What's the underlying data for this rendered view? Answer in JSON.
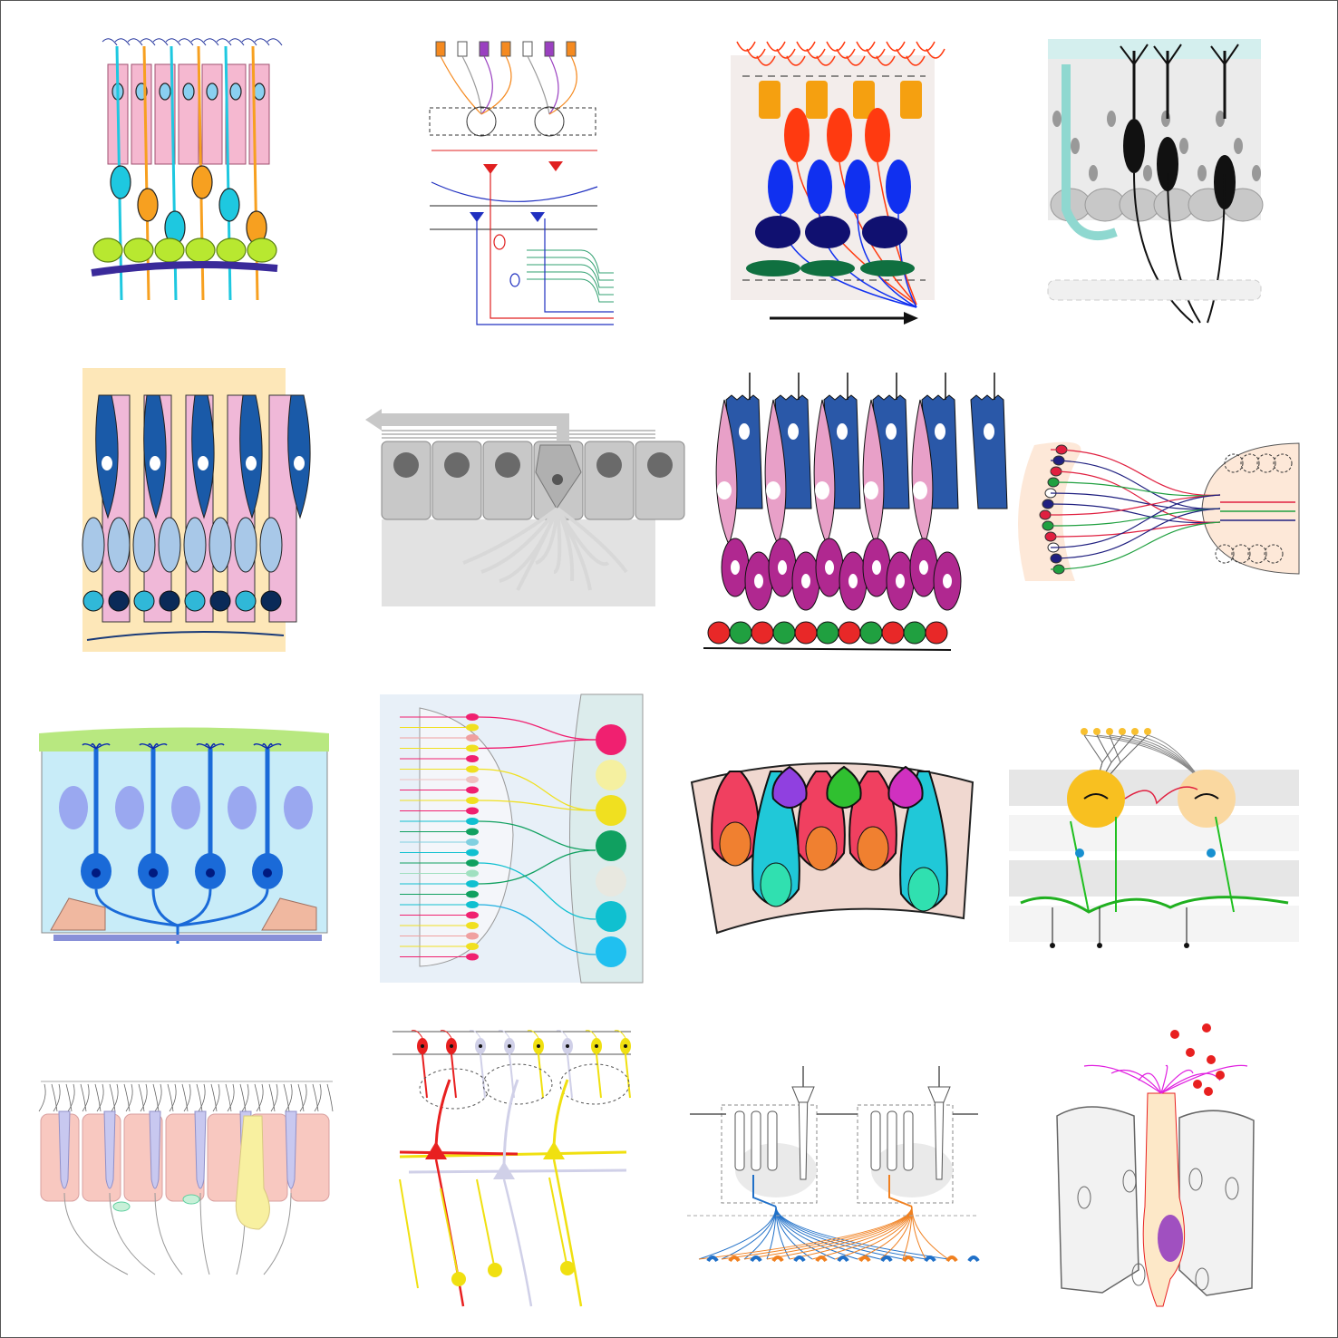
{
  "panels": [
    {
      "id": "p1",
      "name": "olfactory-epithelium-multicolor",
      "colors": [
        "#f7a020",
        "#1ec8e0",
        "#f5b8d0",
        "#b8e830",
        "#3a2a9a",
        "#1a8a40"
      ]
    },
    {
      "id": "p2",
      "name": "olfactory-bulb-circuit",
      "colors": [
        "#f58a20",
        "#9a40c0",
        "#e02020",
        "#2030c0",
        "#30a070"
      ]
    },
    {
      "id": "p3",
      "name": "vomeronasal-layers",
      "colors": [
        "#ff3a10",
        "#f5a010",
        "#1030f0",
        "#101070",
        "#107040"
      ]
    },
    {
      "id": "p4",
      "name": "gray-epithelium-black-neurons",
      "colors": [
        "#111111",
        "#8fd8d0",
        "#d8d8d8"
      ]
    },
    {
      "id": "p5",
      "name": "blue-pink-epithelium",
      "colors": [
        "#1a5aa8",
        "#f0b8d8",
        "#a8c8e8",
        "#fde7b8"
      ]
    },
    {
      "id": "p6",
      "name": "gray-cell-with-arrow",
      "colors": [
        "#c8c8c8",
        "#909090",
        "#e2e2e2"
      ]
    },
    {
      "id": "p7",
      "name": "blue-magenta-epithelium",
      "colors": [
        "#2a58a8",
        "#e8a0c8",
        "#b02890",
        "#e82828",
        "#20a040"
      ]
    },
    {
      "id": "p8",
      "name": "neuron-projection-to-bulb",
      "colors": [
        "#e02040",
        "#20a040",
        "#202080",
        "#fde8d8"
      ]
    },
    {
      "id": "p9",
      "name": "blue-neurons-in-epithelium",
      "colors": [
        "#1a6ad8",
        "#c8ecf8",
        "#b8e880",
        "#f0b8a0"
      ]
    },
    {
      "id": "p10",
      "name": "colored-projection-to-glomeruli",
      "colors": [
        "#f02070",
        "#f0e020",
        "#10a060",
        "#10c0d0",
        "#e8f0f8"
      ]
    },
    {
      "id": "p11",
      "name": "taste-bud-colored-cells",
      "colors": [
        "#f04060",
        "#20c8d8",
        "#9040e0",
        "#30c030",
        "#d030c0",
        "#f0d8d0"
      ]
    },
    {
      "id": "p12",
      "name": "bulb-mitral-cells",
      "colors": [
        "#f8c020",
        "#20b020",
        "#e02040",
        "#1890d0"
      ]
    },
    {
      "id": "p13",
      "name": "pale-epithelium",
      "colors": [
        "#f8c8c0",
        "#c8c8f0",
        "#f8f0a0",
        "#60d0a0"
      ]
    },
    {
      "id": "p14",
      "name": "red-yellow-neurons",
      "colors": [
        "#e82020",
        "#f0e010",
        "#d0d0e8"
      ]
    },
    {
      "id": "p15",
      "name": "blue-orange-circuit",
      "colors": [
        "#2070c8",
        "#f08020",
        "#909090"
      ]
    },
    {
      "id": "p16",
      "name": "single-neuron-in-epithelium",
      "colors": [
        "#e020e0",
        "#e82020",
        "#fde8c8",
        "#a050c0",
        "#666666"
      ]
    }
  ]
}
